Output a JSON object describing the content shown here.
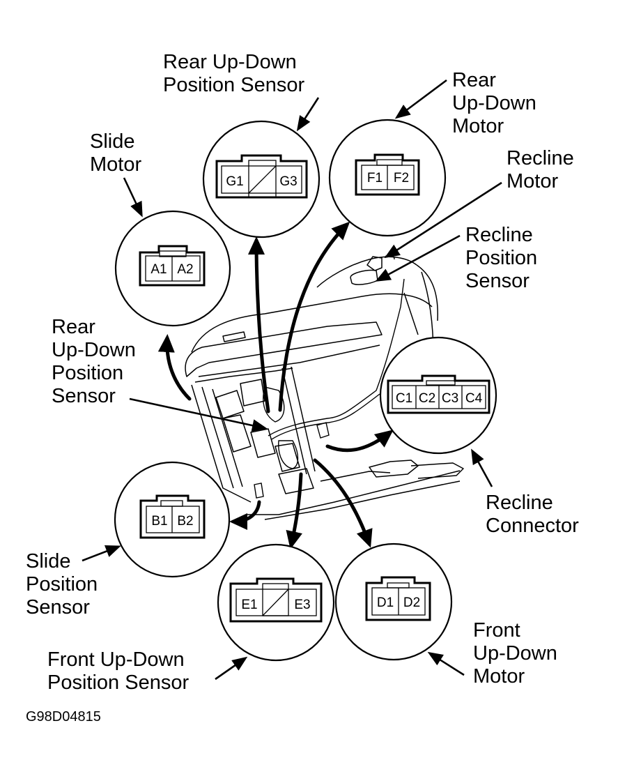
{
  "diagram": {
    "figure_code": "G98D04815",
    "components": [
      {
        "id": "slide-motor",
        "label_lines": [
          "Slide",
          "Motor"
        ],
        "pins": [
          "A1",
          "A2"
        ],
        "type": "motor"
      },
      {
        "id": "rear-up-down-position-sensor",
        "label_lines": [
          "Rear Up-Down",
          "Position Sensor"
        ],
        "pins": [
          "G1",
          "G3"
        ],
        "type": "sensor"
      },
      {
        "id": "rear-up-down-motor",
        "label_lines": [
          "Rear",
          "Up-Down",
          "Motor"
        ],
        "pins": [
          "F1",
          "F2"
        ],
        "type": "motor"
      },
      {
        "id": "recline-motor",
        "label_lines": [
          "Recline",
          "Motor"
        ],
        "pins": [],
        "type": "motor"
      },
      {
        "id": "recline-position-sensor",
        "label_lines": [
          "Recline",
          "Position",
          "Sensor"
        ],
        "pins": [],
        "type": "sensor"
      },
      {
        "id": "recline-connector",
        "label_lines": [
          "Recline",
          "Connector"
        ],
        "pins": [
          "C1",
          "C2",
          "C3",
          "C4"
        ],
        "type": "connector"
      },
      {
        "id": "rear-up-down-position-sensor-2",
        "label_lines": [
          "Rear",
          "Up-Down",
          "Position",
          "Sensor"
        ],
        "pins": [],
        "type": "sensor"
      },
      {
        "id": "slide-position-sensor",
        "label_lines": [
          "Slide",
          "Position",
          "Sensor"
        ],
        "pins": [
          "B1",
          "B2"
        ],
        "type": "sensor"
      },
      {
        "id": "front-up-down-position-sensor",
        "label_lines": [
          "Front Up-Down",
          "Position Sensor"
        ],
        "pins": [
          "E1",
          "E3"
        ],
        "type": "sensor"
      },
      {
        "id": "front-up-down-motor",
        "label_lines": [
          "Front",
          "Up-Down",
          "Motor"
        ],
        "pins": [
          "D1",
          "D2"
        ],
        "type": "motor"
      }
    ]
  }
}
